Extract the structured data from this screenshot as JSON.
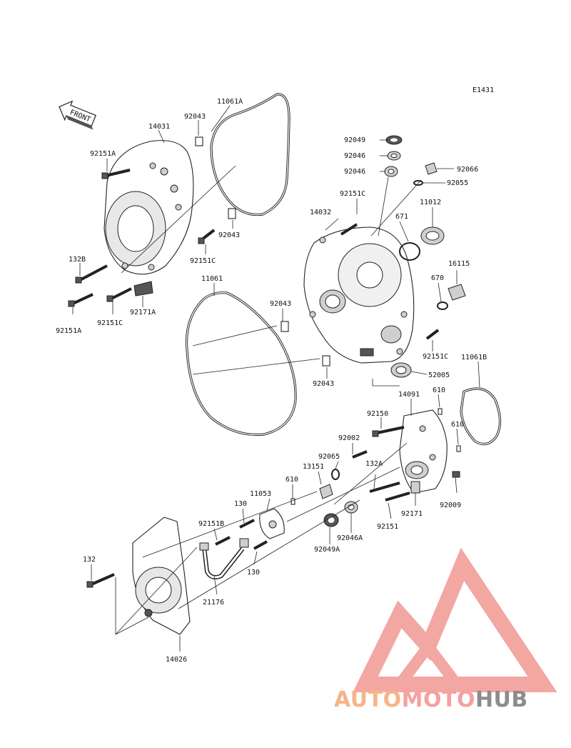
{
  "diagram_code": "E1431",
  "front_label": "FRONT",
  "watermark": {
    "part1": "AUTO",
    "part2": "MOTO",
    "part3": "HUB",
    "colors": {
      "auto": "#f6b489",
      "moto": "#f6a0a0",
      "hub": "#8c8c8c",
      "logo": "#f08a84"
    }
  },
  "labels": {
    "l11061A": "11061A",
    "l92043a": "92043",
    "l14031": "14031",
    "l92151Aa": "92151A",
    "l92043b": "92043",
    "l92151Ca": "92151C",
    "l132B": "132B",
    "l92151Ab": "92151A",
    "l92151Cb": "92151C",
    "l92171A": "92171A",
    "l11061": "11061",
    "l92043c": "92043",
    "l92043d": "92043",
    "l92049": "92049",
    "l92046": "92046",
    "l92046b": "92046",
    "l92066": "92066",
    "l92055": "92055",
    "l92151Cc": "92151C",
    "l14032": "14032",
    "l671": "671",
    "l11012": "11012",
    "l16115": "16115",
    "l670": "670",
    "l92151Cd": "92151C",
    "l11061B": "11061B",
    "l52005": "52005",
    "l14091": "14091",
    "l610a": "610",
    "l610b": "610",
    "l92150": "92150",
    "l92002": "92002",
    "l92065": "92065",
    "l13151": "13151",
    "l132A": "132A",
    "l92009": "92009",
    "l92171": "92171",
    "l92151": "92151",
    "l92046A": "92046A",
    "l92049A": "92049A",
    "l610c": "610",
    "l11053": "11053",
    "l130a": "130",
    "l92151B": "92151B",
    "l130b": "130",
    "l132": "132",
    "l21176": "21176",
    "l14026": "14026"
  }
}
